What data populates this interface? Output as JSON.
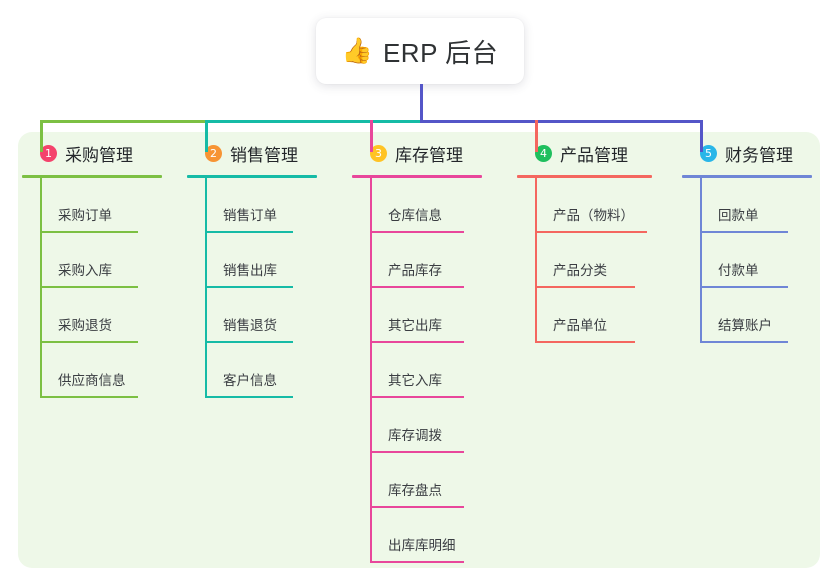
{
  "root": {
    "icon": "thumbs-up-emoji",
    "emoji": "👍",
    "title": "ERP 后台",
    "stem_color": "#5456c8"
  },
  "panel": {
    "background": "#eef8e8"
  },
  "bus": {
    "segments": [
      {
        "name": "bus-green",
        "color": "#7cc043"
      },
      {
        "name": "bus-teal",
        "color": "#16bba6"
      },
      {
        "name": "bus-indigo",
        "color": "#5456c8"
      }
    ]
  },
  "columns": [
    {
      "index": "1",
      "label": "采购管理",
      "badge_color": "#f4436c",
      "line_color": "#7cc043",
      "drop_color": "#7cc043",
      "items": [
        {
          "label": "采购订单"
        },
        {
          "label": "采购入库"
        },
        {
          "label": "采购退货"
        },
        {
          "label": "供应商信息"
        }
      ]
    },
    {
      "index": "2",
      "label": "销售管理",
      "badge_color": "#f79434",
      "line_color": "#16bba6",
      "drop_color": "#16bba6",
      "items": [
        {
          "label": "销售订单"
        },
        {
          "label": "销售出库"
        },
        {
          "label": "销售退货"
        },
        {
          "label": "客户信息"
        }
      ]
    },
    {
      "index": "3",
      "label": "库存管理",
      "badge_color": "#ffc324",
      "line_color": "#e8479b",
      "drop_color": "#e8479b",
      "items": [
        {
          "label": "仓库信息"
        },
        {
          "label": "产品库存"
        },
        {
          "label": "其它出库"
        },
        {
          "label": "其它入库"
        },
        {
          "label": "库存调拨"
        },
        {
          "label": "库存盘点"
        },
        {
          "label": "出库库明细"
        }
      ]
    },
    {
      "index": "4",
      "label": "产品管理",
      "badge_color": "#1fbf5e",
      "line_color": "#f4675f",
      "drop_color": "#f4675f",
      "items": [
        {
          "label": "产品（物料）"
        },
        {
          "label": "产品分类"
        },
        {
          "label": "产品单位"
        }
      ]
    },
    {
      "index": "5",
      "label": "财务管理",
      "badge_color": "#29b6e8",
      "line_color": "#6f86d6",
      "drop_color": "#5456c8",
      "items": [
        {
          "label": "回款单"
        },
        {
          "label": "付款单"
        },
        {
          "label": "结算账户"
        }
      ]
    }
  ]
}
